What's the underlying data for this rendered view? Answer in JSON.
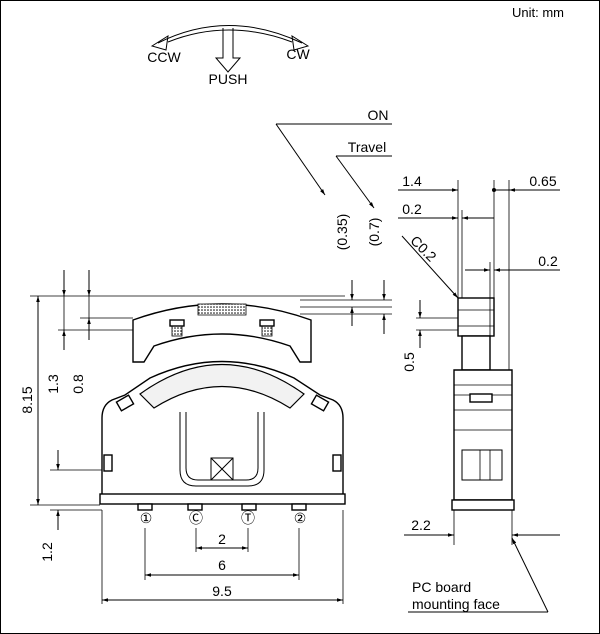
{
  "unit_label": "Unit: mm",
  "operation": {
    "ccw": "CCW",
    "push": "PUSH",
    "cw": "CW"
  },
  "callouts": {
    "on": "ON",
    "travel": "Travel",
    "on_value": "(0.35)",
    "travel_value": "(0.7)",
    "chamfer": "C0.2",
    "pc_board_line1": "PC board",
    "pc_board_line2": "mounting face"
  },
  "dimensions": {
    "height_total": "8.15",
    "knob_13": "1.3",
    "knob_08": "0.8",
    "bottom_12": "1.2",
    "pitch_2": "2",
    "pitch_6": "6",
    "width_95": "9.5",
    "side_14": "1.4",
    "side_065": "0.65",
    "side_02a": "0.2",
    "side_02b": "0.2",
    "side_05": "0.5",
    "side_22": "2.2"
  },
  "terminals": {
    "t1": "①",
    "tc": "Ⓒ",
    "tt": "Ⓣ",
    "t2": "②"
  }
}
